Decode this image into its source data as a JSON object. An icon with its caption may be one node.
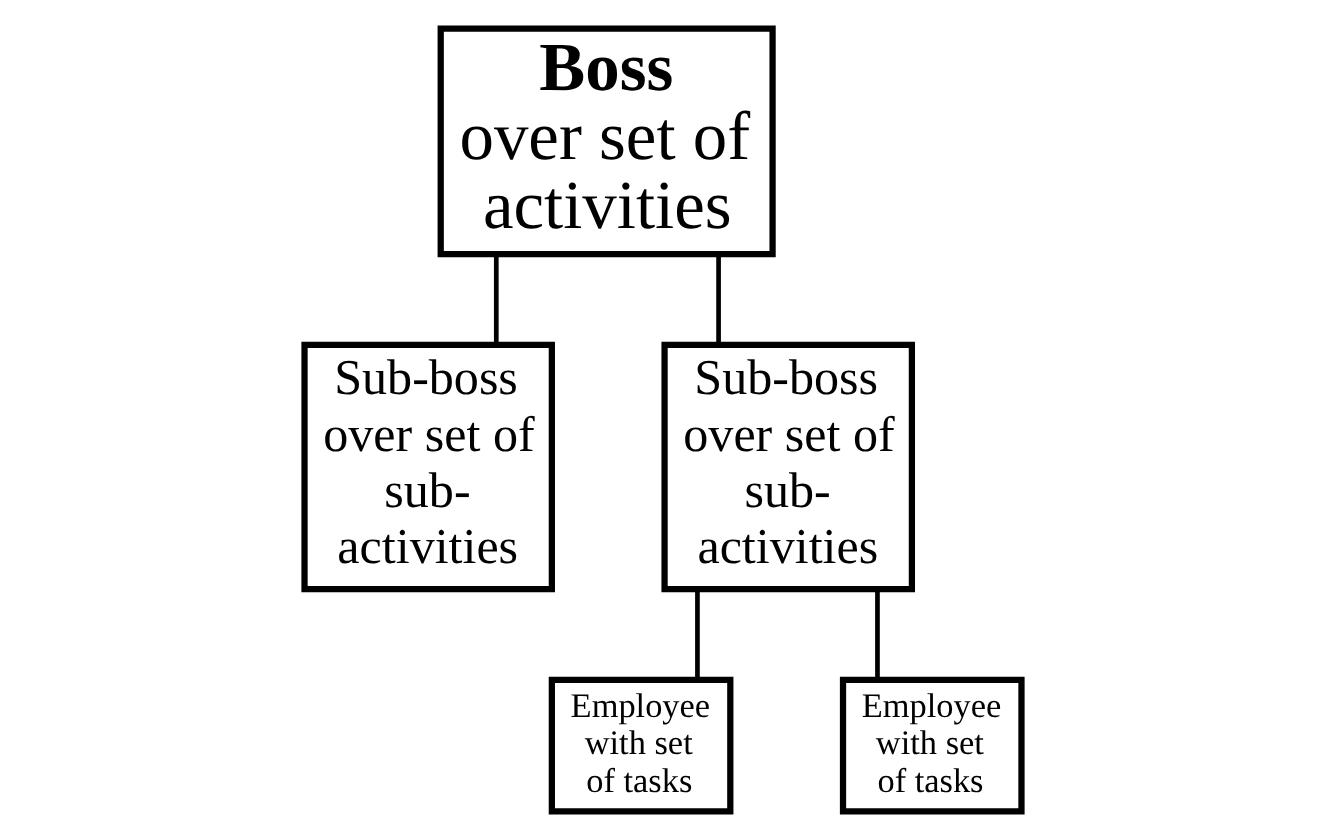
{
  "diagram": {
    "nodes": [
      {
        "text": [
          "Boss",
          "over set of activities"
        ]
      },
      {
        "text": [
          "Sub-boss over set of sub-activities"
        ]
      },
      {
        "text": [
          "Sub-boss over set of sub-activities"
        ]
      },
      {
        "text": [
          "Employee with set of tasks"
        ]
      },
      {
        "text": [
          "Employee with set of tasks"
        ]
      }
    ],
    "edges": [
      {
        "from": 0,
        "to": 1,
        "arrow": "none"
      },
      {
        "from": 0,
        "to": 2,
        "arrow": "none"
      },
      {
        "from": 2,
        "to": 3,
        "arrow": "none"
      },
      {
        "from": 2,
        "to": 4,
        "arrow": "none"
      }
    ]
  }
}
